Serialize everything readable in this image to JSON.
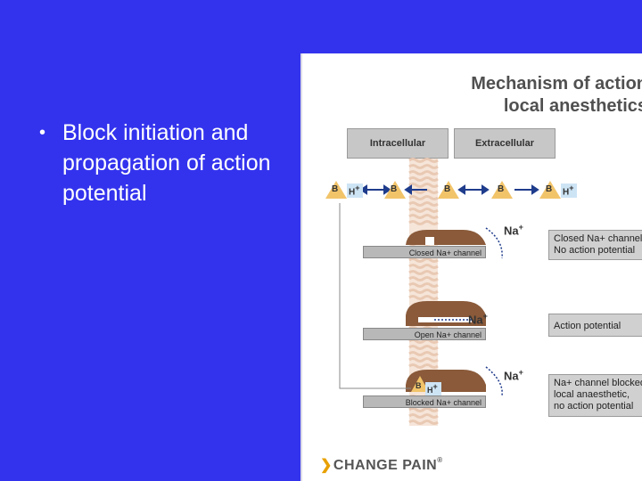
{
  "slide": {
    "bullet_glyph": "•",
    "bullet_text": "Block initiation and propagation of action potential"
  },
  "figure": {
    "title_line1": "Mechanism of action",
    "title_line2": "local anesthetics",
    "header_intracellular": "Intracellular",
    "header_extracellular": "Extracellular",
    "molecule_b": "B",
    "molecule_h": "H",
    "plus": "+",
    "na_ion": "Na",
    "channel_closed": "Closed Na+ channel",
    "channel_open": "Open Na+ channel",
    "channel_blocked": "Blocked Na+ channel",
    "box_closed_line1": "Closed Na+ channel",
    "box_closed_line2": "No action potential",
    "box_action": "Action potential",
    "box_blocked_line1": "Na+ channel blocked by",
    "box_blocked_line2": "local anaesthetic,",
    "box_blocked_line3": "no action potential",
    "logo": "CHANGE PAIN",
    "logo_mark": "®"
  },
  "colors": {
    "background": "#3333ee",
    "molecule_triangle": "#f2c46a",
    "h_box": "#cde4f5",
    "arrow": "#1f3c8c",
    "membrane": "#e9c9b3",
    "channel": "#8a5a3a",
    "logo_chevron": "#e8a000"
  }
}
